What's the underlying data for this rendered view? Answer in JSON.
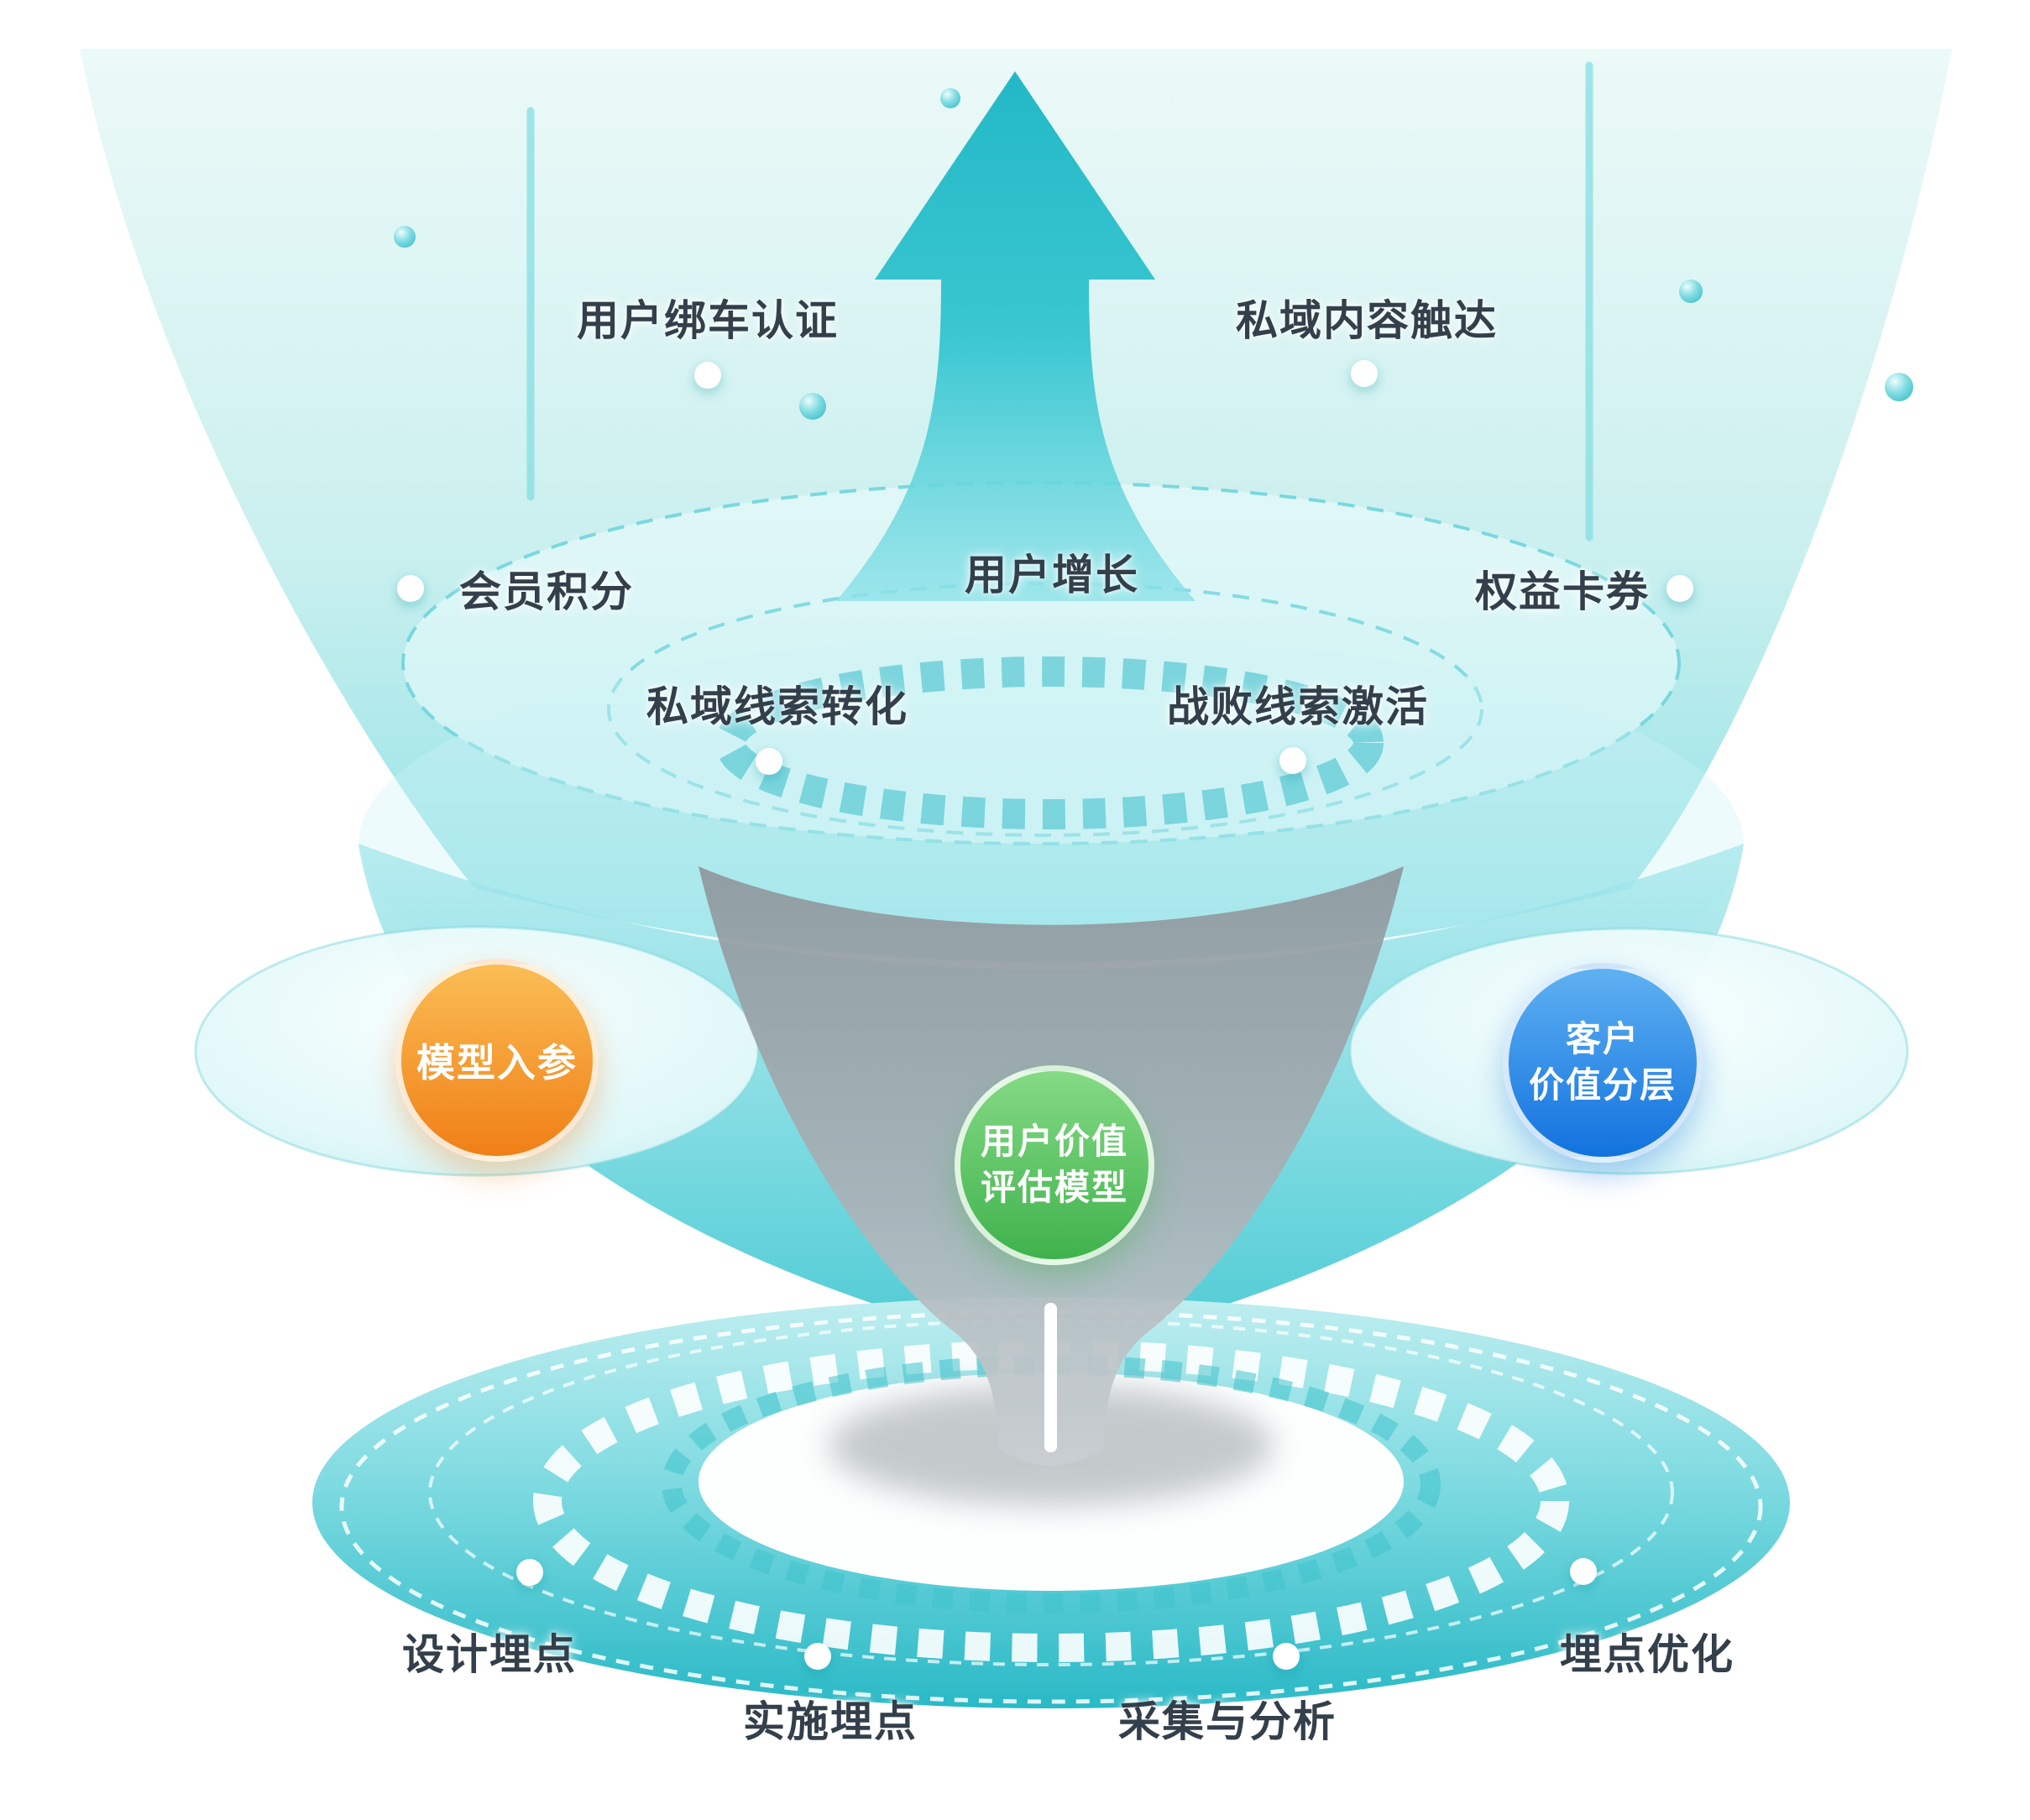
{
  "scene": {
    "stage_labels": {
      "user_car_binding": "用户绑车认证",
      "private_domain_content_reach": "私域内容触达",
      "member_points": "会员积分",
      "user_growth": "用户增长",
      "benefit_cards": "权益卡券",
      "private_lead_conversion": "私域线索转化",
      "lost_lead_activation": "战败线索激活"
    },
    "model_nodes": {
      "model_input": {
        "label": "模型入参",
        "color_top": "#FBBD55",
        "color_bottom": "#F07F16"
      },
      "value_model": {
        "line1": "用户价值",
        "line2": "评估模型",
        "color_top": "#85DA85",
        "color_bottom": "#3FB24C"
      },
      "customer_value_tiers": {
        "line1": "客户",
        "line2": "价值分层",
        "color_top": "#5FB1F2",
        "color_bottom": "#1272DE"
      }
    },
    "tracking_steps": {
      "design_tracking": "设计埋点",
      "implement_tracking": "实施埋点",
      "collect_and_analyze": "采集与分析",
      "tracking_optimization": "埋点优化"
    },
    "colors": {
      "teal_primary": "#35C3CE",
      "teal_light": "#BEEBEF",
      "text_dark": "#333F4A",
      "orange_accent": "#F07F16",
      "green_accent": "#3FB24C",
      "blue_accent": "#1272DE"
    }
  }
}
